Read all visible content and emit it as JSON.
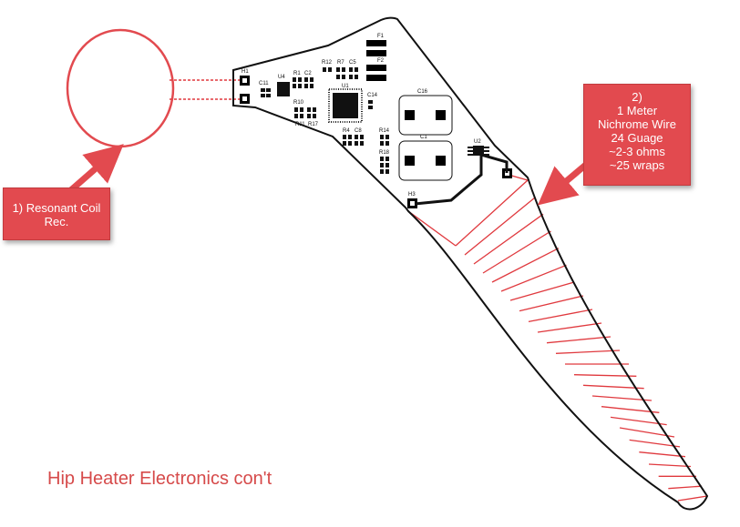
{
  "callouts": {
    "coil": {
      "lines": [
        "1) Resonant Coil",
        "Rec."
      ]
    },
    "wire": {
      "lines": [
        "2)",
        "1 Meter",
        "Nichrome Wire",
        "24 Guage",
        "~2-3 ohms",
        "~25 wraps"
      ]
    }
  },
  "caption": "Hip Heater Electronics con't",
  "pcb_labels": {
    "h1": "H1",
    "h3": "H3",
    "c11": "C11",
    "u4": "U4",
    "r1": "R1",
    "c2": "C2",
    "r12": "R12",
    "r7": "R7",
    "c5": "C5",
    "u1": "U1",
    "r10": "R10",
    "r11": "R11",
    "r17": "R17",
    "c14": "C14",
    "r4": "R4",
    "c8": "C8",
    "r14": "R14",
    "r18": "R18",
    "f1": "F1",
    "f2": "F2",
    "c16": "C16",
    "c1": "C1",
    "u2": "U2"
  },
  "colors": {
    "accent_red": "#e24a4f",
    "wire_red": "#e0393e",
    "caption_red": "#d64a4a",
    "pcb_outline": "#111111"
  },
  "icons": [
    "arrow-icon",
    "coil-icon"
  ]
}
